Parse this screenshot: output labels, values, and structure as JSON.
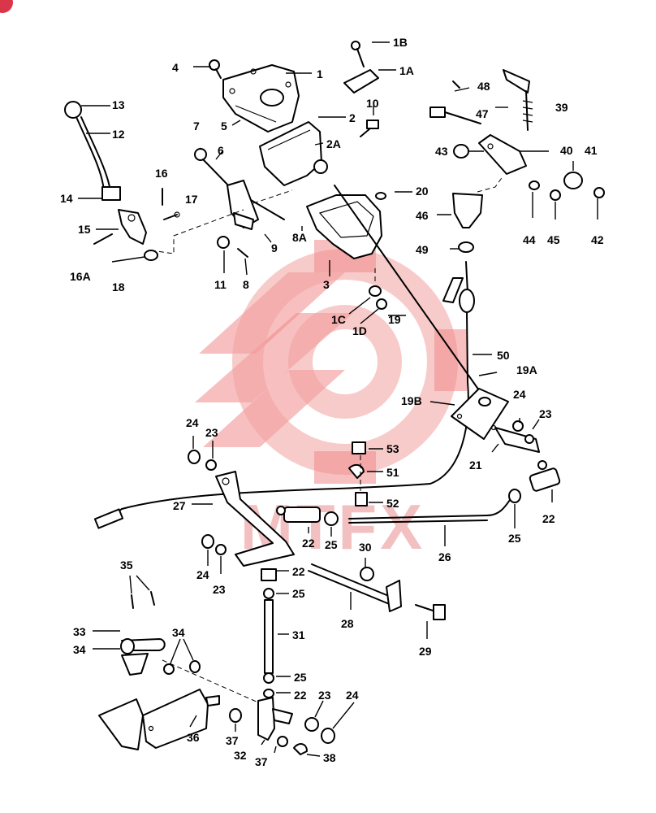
{
  "diagram": {
    "watermark": "MTFX",
    "callouts": [
      "1",
      "1A",
      "1B",
      "2",
      "2A",
      "3",
      "4",
      "5",
      "6",
      "7",
      "8",
      "8A",
      "9",
      "10",
      "11",
      "12",
      "13",
      "14",
      "15",
      "16",
      "16A",
      "17",
      "18",
      "19",
      "19A",
      "19B",
      "1C",
      "1D",
      "20",
      "21",
      "22",
      "23",
      "24",
      "25",
      "26",
      "27",
      "28",
      "29",
      "30",
      "31",
      "32",
      "33",
      "34",
      "35",
      "36",
      "37",
      "38",
      "39",
      "40",
      "41",
      "42",
      "43",
      "44",
      "45",
      "46",
      "47",
      "48",
      "49",
      "50",
      "51",
      "52",
      "53"
    ]
  },
  "labels": {
    "l1": "1",
    "l1a": "1A",
    "l1b": "1B",
    "l2": "2",
    "l2a": "2A",
    "l3": "3",
    "l4": "4",
    "l5": "5",
    "l6": "6",
    "l7": "7",
    "l8": "8",
    "l8a": "8A",
    "l9": "9",
    "l10": "10",
    "l11": "11",
    "l12": "12",
    "l13": "13",
    "l14": "14",
    "l15": "15",
    "l16": "16",
    "l16a": "16A",
    "l17": "17",
    "l18": "18",
    "l19": "19",
    "l19a": "19A",
    "l19b": "19B",
    "l1c": "1C",
    "l1d": "1D",
    "l20": "20",
    "l21": "21",
    "l22": "22",
    "l23": "23",
    "l24": "24",
    "l25": "25",
    "l26": "26",
    "l27": "27",
    "l28": "28",
    "l29": "29",
    "l30": "30",
    "l31": "31",
    "l32": "32",
    "l33": "33",
    "l34": "34",
    "l35": "35",
    "l36": "36",
    "l37": "37",
    "l38": "38",
    "l39": "39",
    "l40": "40",
    "l41": "41",
    "l42": "42",
    "l43": "43",
    "l44": "44",
    "l45": "45",
    "l46": "46",
    "l47": "47",
    "l48": "48",
    "l49": "49",
    "l50": "50",
    "l51": "51",
    "l52": "52",
    "l53": "53"
  },
  "colors": {
    "watermark": "#f08a8a",
    "badge": "#d9364a",
    "ink": "#000000"
  }
}
